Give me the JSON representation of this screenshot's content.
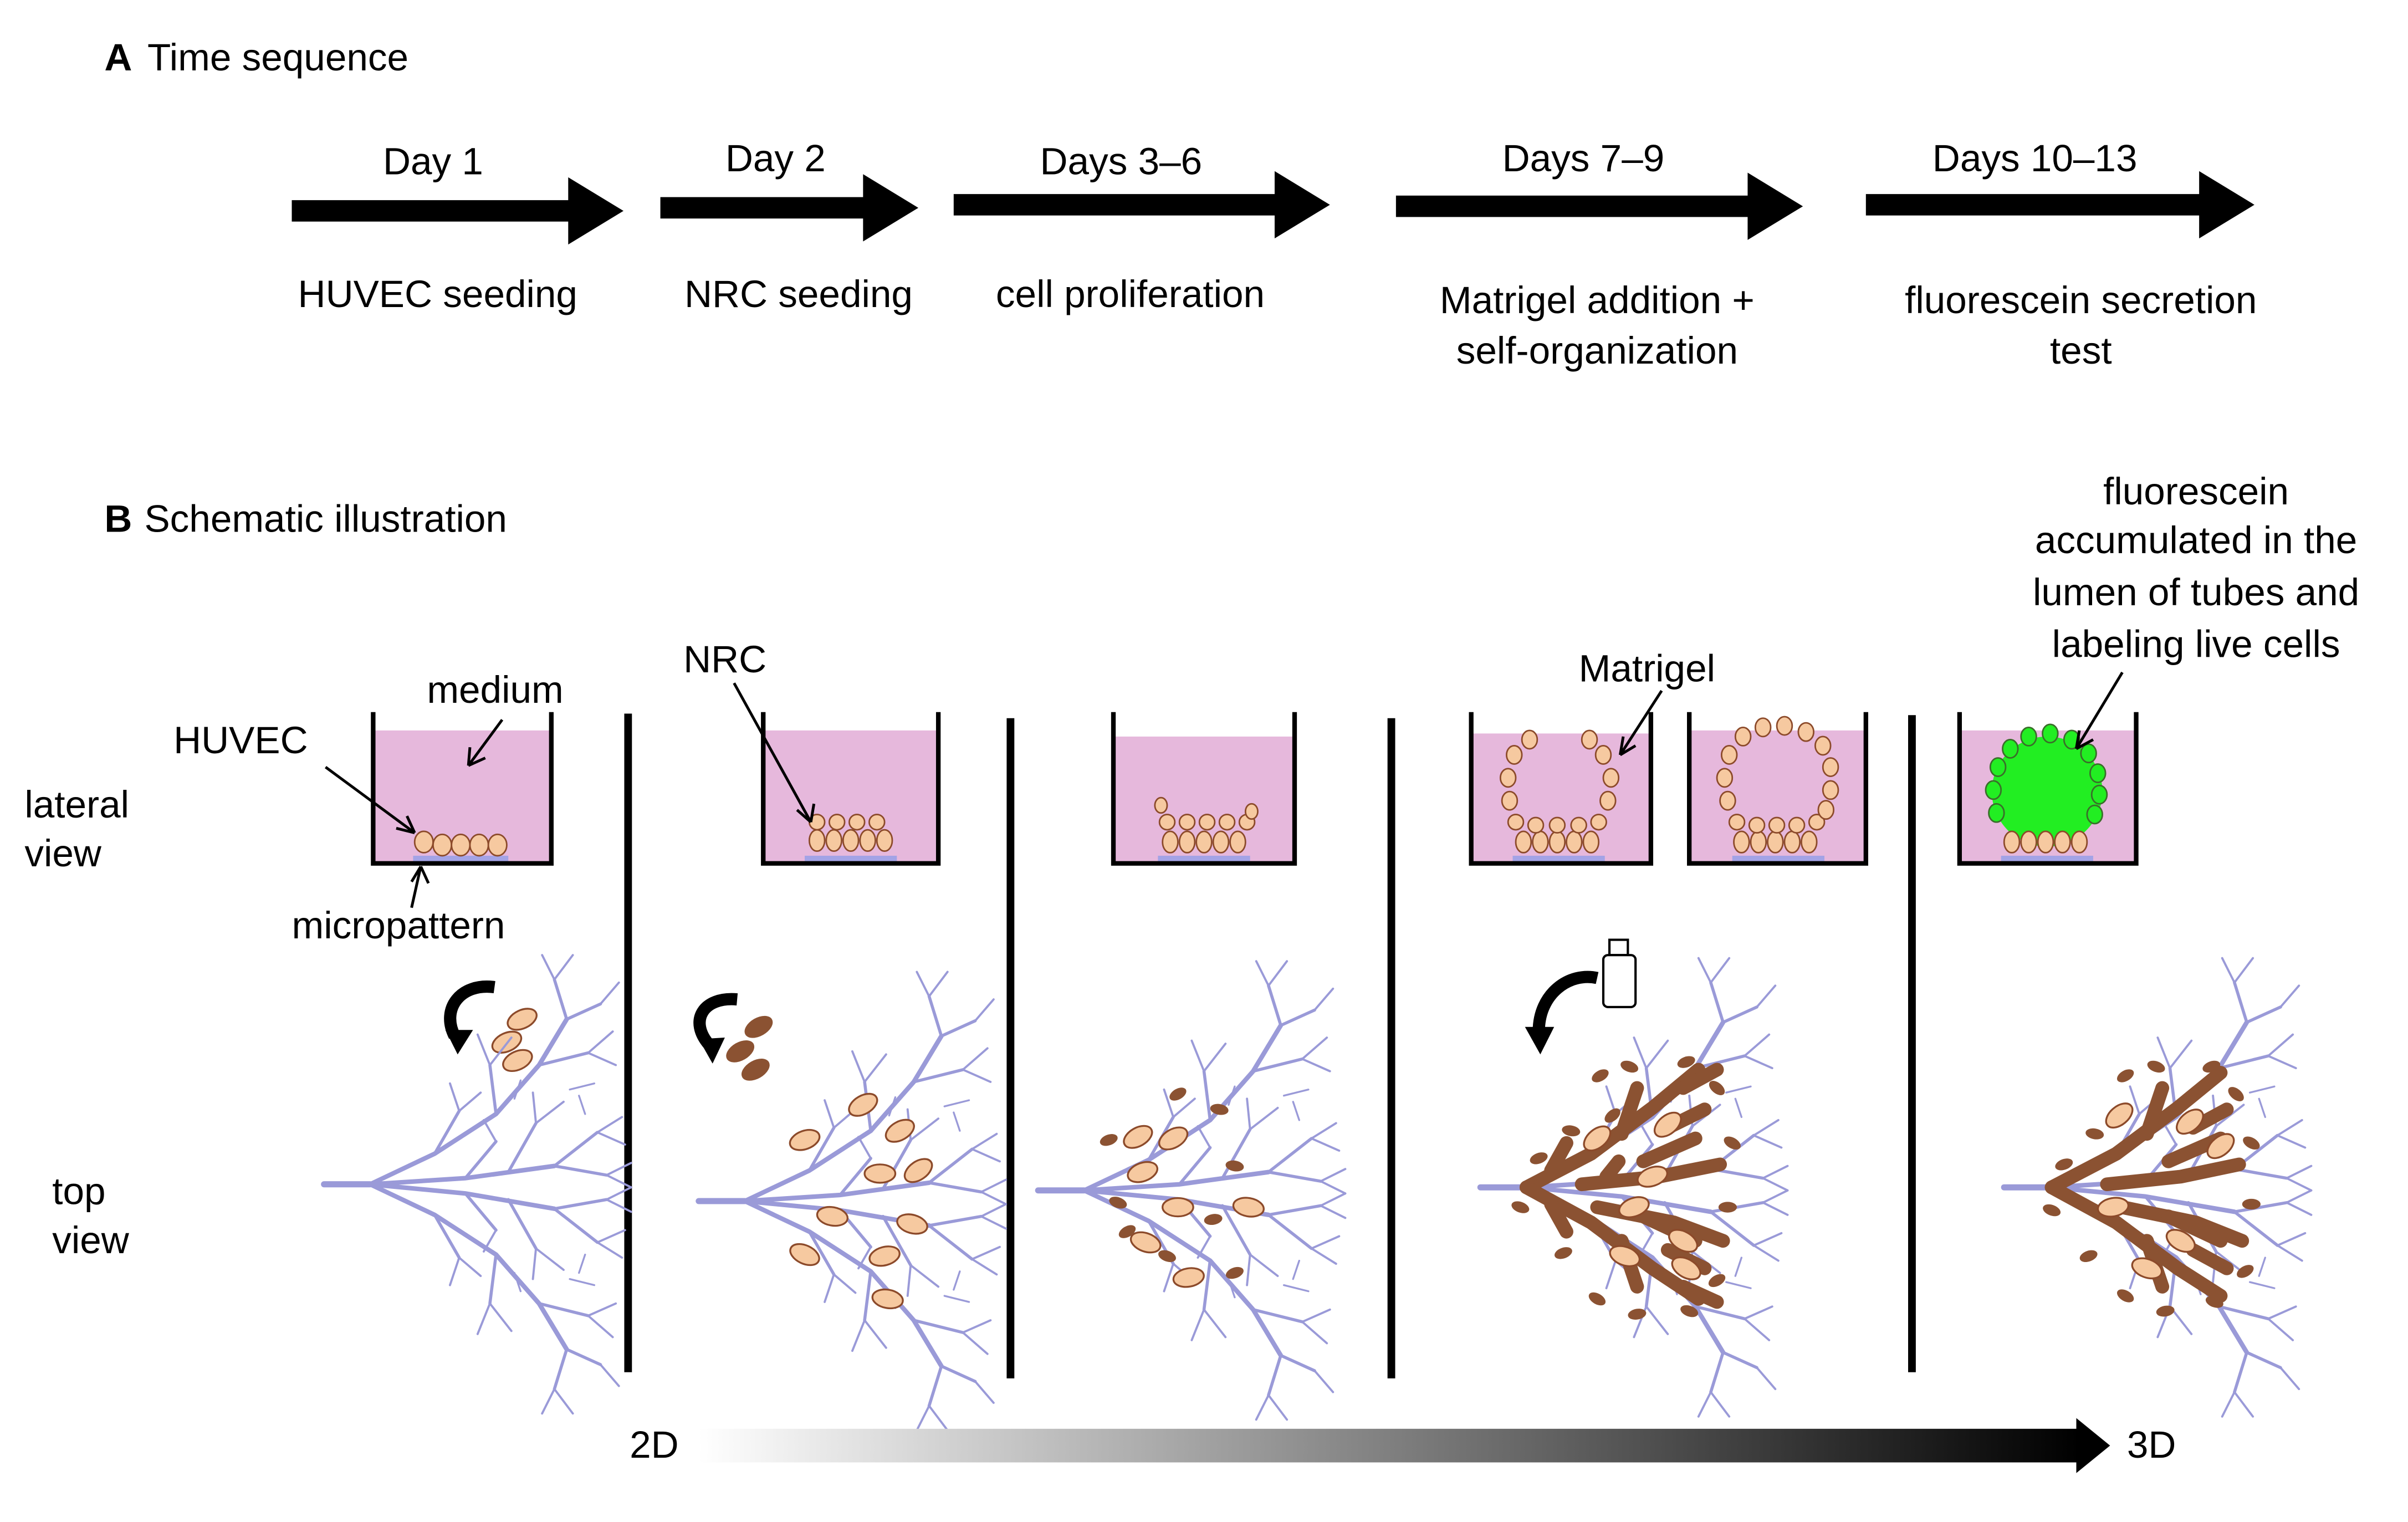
{
  "panel_a": {
    "letter": "A",
    "title": "Time sequence",
    "steps": [
      {
        "day": "Day 1",
        "label": [
          "HUVEC seeding"
        ]
      },
      {
        "day": "Day 2",
        "label": [
          "NRC seeding"
        ]
      },
      {
        "day": "Days 3–6",
        "label": [
          "cell proliferation"
        ]
      },
      {
        "day": "Days 7–9",
        "label": [
          "Matrigel addition +",
          "self-organization"
        ]
      },
      {
        "day": "Days 10–13",
        "label": [
          "fluorescein secretion",
          "test"
        ]
      }
    ]
  },
  "panel_b": {
    "letter": "B",
    "title": "Schematic illustration",
    "row_lateral": [
      "lateral",
      "view"
    ],
    "row_top": [
      "top",
      "view"
    ],
    "ann_medium": "medium",
    "ann_huvec": "HUVEC",
    "ann_micropattern": "micropattern",
    "ann_nrc": "NRC",
    "ann_matrigel": "Matrigel",
    "ann_fluorescein": [
      "fluorescein",
      "accumulated in the",
      "lumen of tubes and",
      "labeling live cells"
    ],
    "gradient_start": "2D",
    "gradient_end": "3D"
  },
  "colors": {
    "medium": "#e6b8dc",
    "micropattern": "#a3a3e6",
    "huvec": "#f6c9a0",
    "cell_outline": "#8c4a2a",
    "nrc": "#8b5232",
    "fluorescein": "#22ee22",
    "tree": "#9a9ad8"
  }
}
